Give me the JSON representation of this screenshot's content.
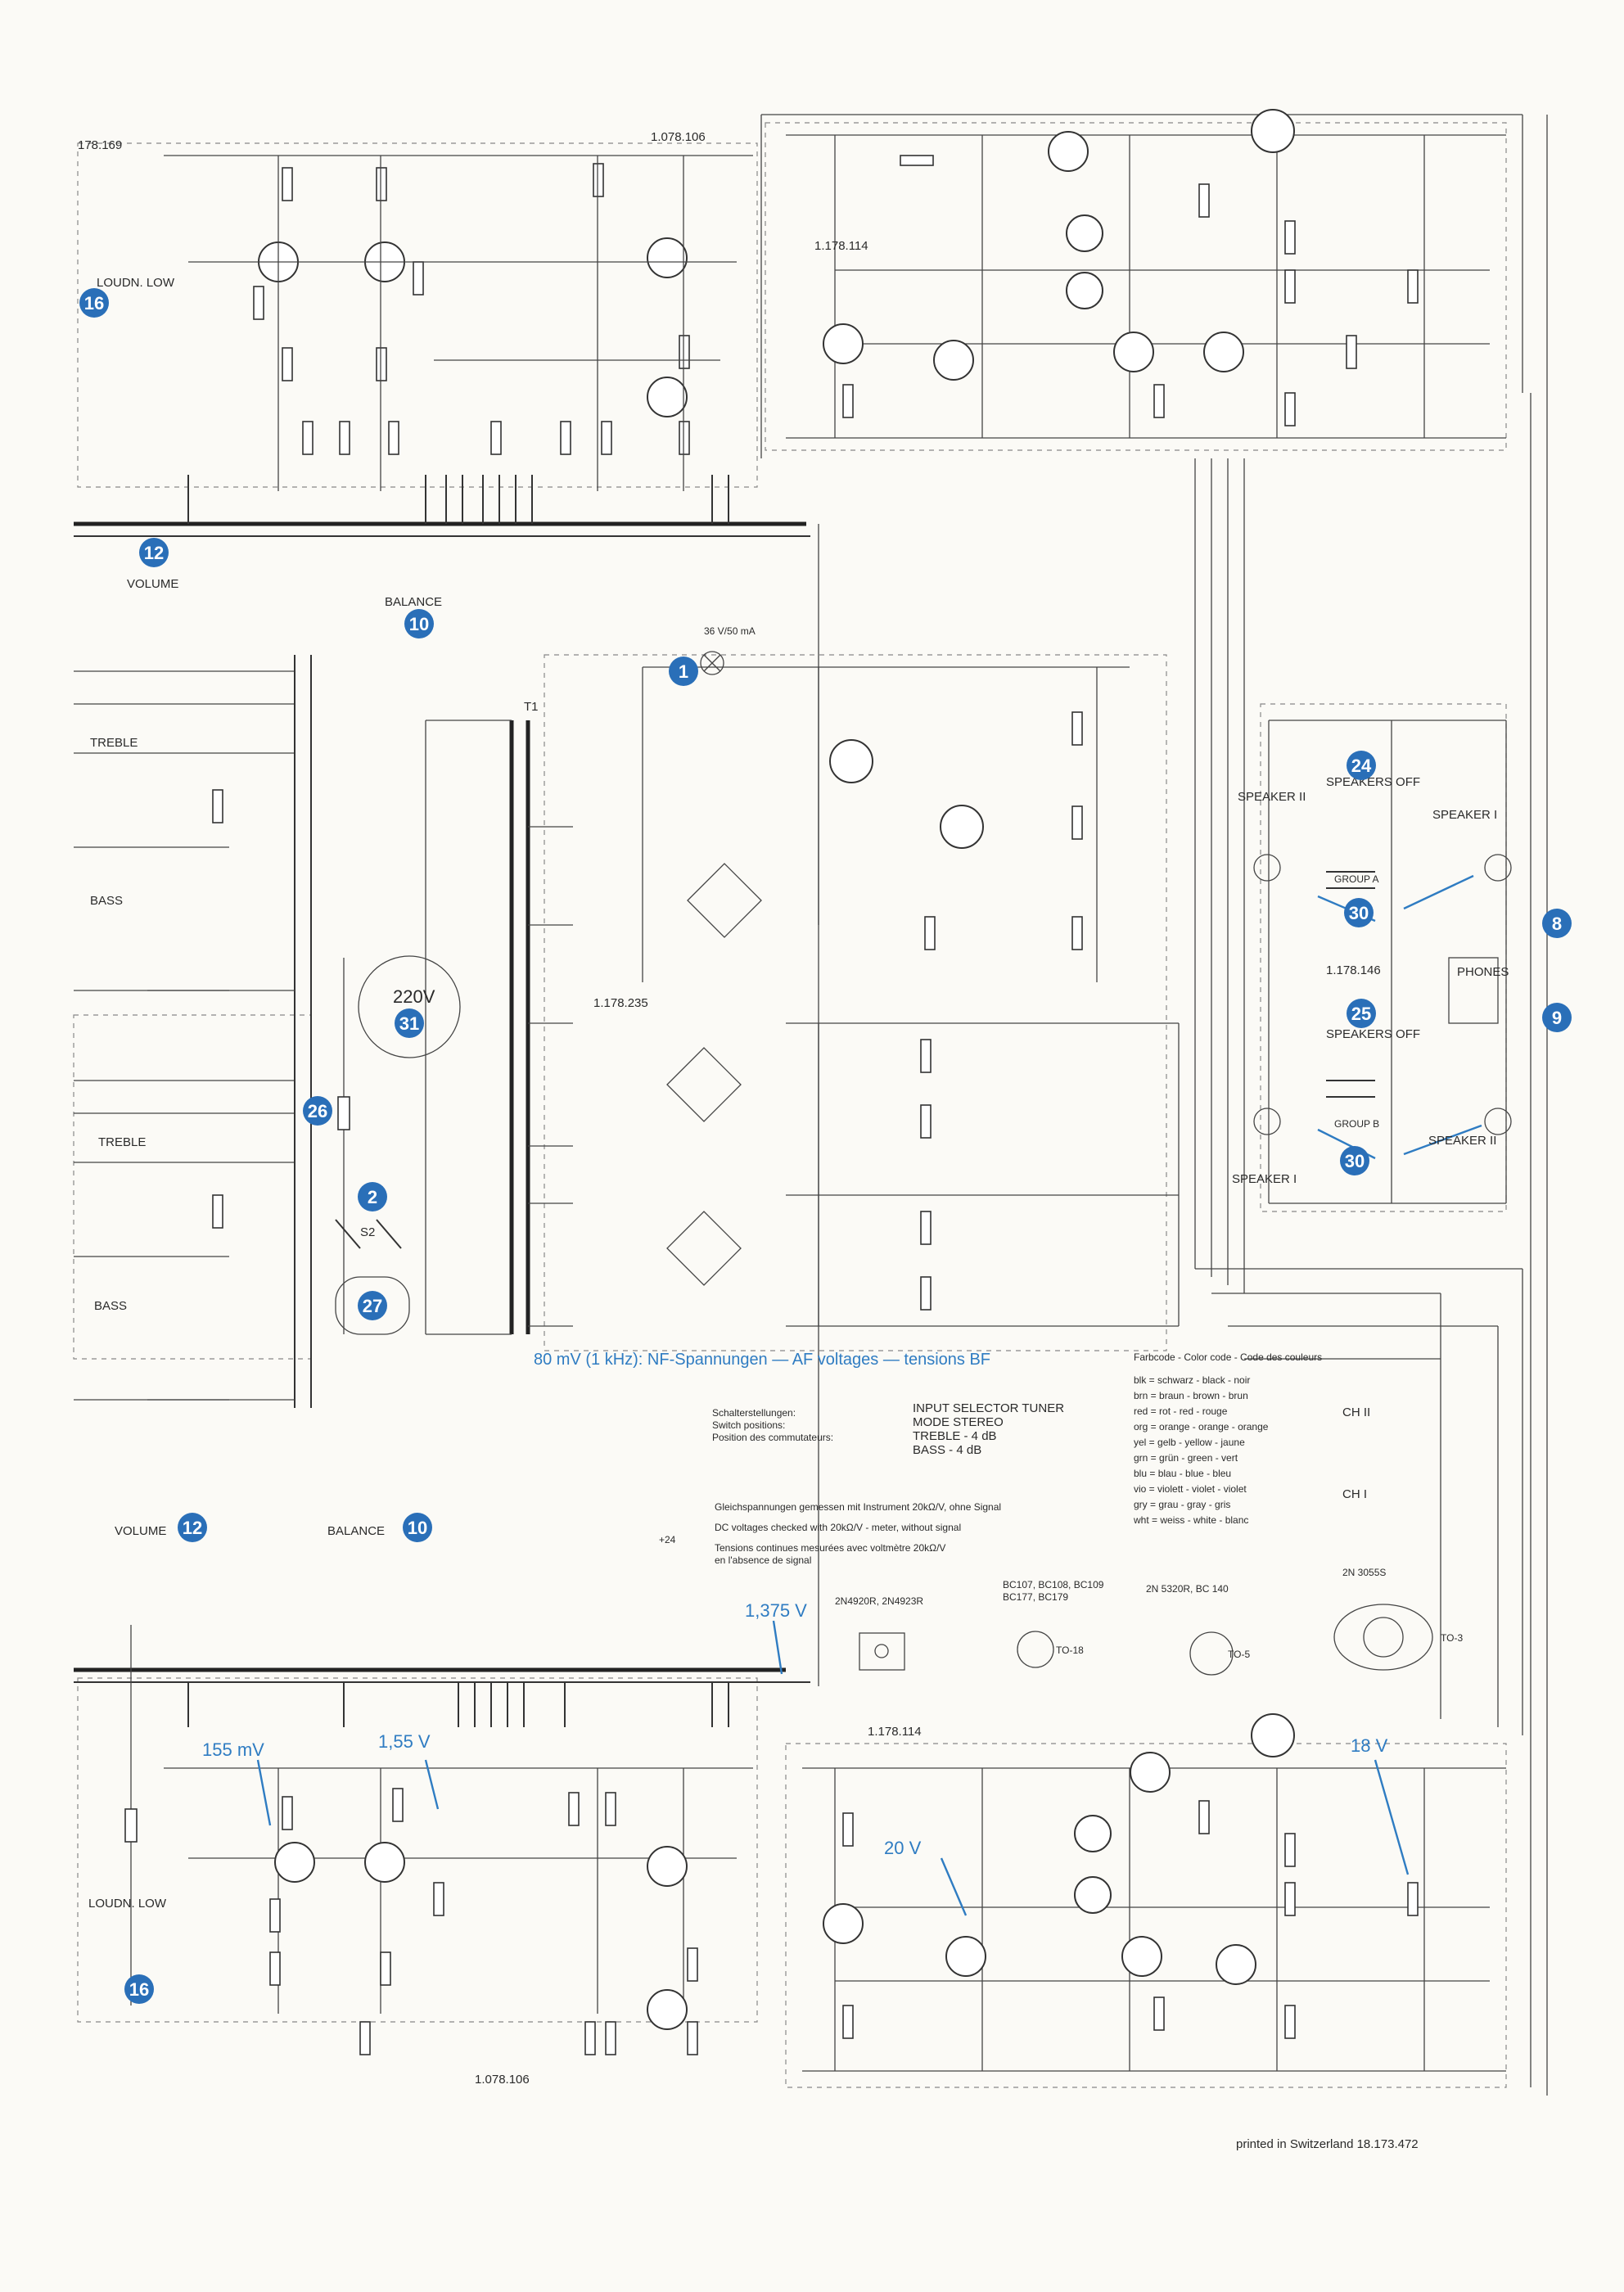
{
  "title_top": "1.078.106",
  "title_bottom": "1.078.106",
  "board_top_left": "178.169",
  "board_power": "1.178.114",
  "board_power_bottom": "1.178.114",
  "board_supply": "1.178.235",
  "board_speaker": "1.178.146",
  "voltage_caption": "80 mV (1 kHz): NF-Spannungen — AF voltages — tensions BF",
  "measurements": [
    "155 mV",
    "1,55 V",
    "1,375 V",
    "20 V",
    "18 V"
  ],
  "switch_positions": {
    "labels": [
      "Schalterstellungen:",
      "Switch positions:",
      "Position des commutateurs:"
    ],
    "values": [
      "INPUT SELECTOR  TUNER",
      "MODE  STEREO",
      "TREBLE  - 4 dB",
      "BASS  - 4 dB"
    ]
  },
  "dc_note": [
    "Gleichspannungen gemessen mit Instrument 20kΩ/V, ohne Signal",
    "DC voltages checked with 20kΩ/V - meter, without signal",
    "Tensions continues mesurées avec voltmètre 20kΩ/V",
    "en l'absence de signal"
  ],
  "dc_tag": "+24",
  "color_code": {
    "header": "Farbcode - Color code - Code des couleurs",
    "rows": [
      "blk = schwarz - black - noir",
      "brn = braun - brown - brun",
      "red = rot - red - rouge",
      "org = orange - orange - orange",
      "yel = gelb - yellow - jaune",
      "grn = grün - green - vert",
      "blu = blau - blue - bleu",
      "vio = violett - violet - violet",
      "gry = grau - gray - gris",
      "wht = weiss - white - blanc"
    ],
    "ch2": "CH II",
    "ch1": "CH I"
  },
  "controls": {
    "loudness": "LOUDN. LOW",
    "volume": "VOLUME",
    "balance": "BALANCE",
    "treble": "TREBLE",
    "bass": "BASS",
    "speakers_off": "SPEAKERS OFF",
    "speaker1": "SPEAKER I",
    "speaker2": "SPEAKER II",
    "phones": "PHONES",
    "group_a": "GROUP A",
    "group_b": "GROUP B",
    "mains": "220V",
    "s2": "S2",
    "lamp": "36 V/50 mA",
    "xfmr": "T1"
  },
  "badges": [
    "16",
    "12",
    "10",
    "1",
    "24",
    "30",
    "8",
    "31",
    "25",
    "9",
    "26",
    "2",
    "27",
    "30",
    "12",
    "10",
    "16"
  ],
  "packages": [
    "2N 3055S",
    "2N 5320R, BC 140",
    "BC107, BC108, BC109",
    "BC177, BC179",
    "2N4920R, 2N4923R",
    "TO-3",
    "TO-5",
    "TO-18"
  ],
  "footer": "printed in Switzerland 18.173.472"
}
